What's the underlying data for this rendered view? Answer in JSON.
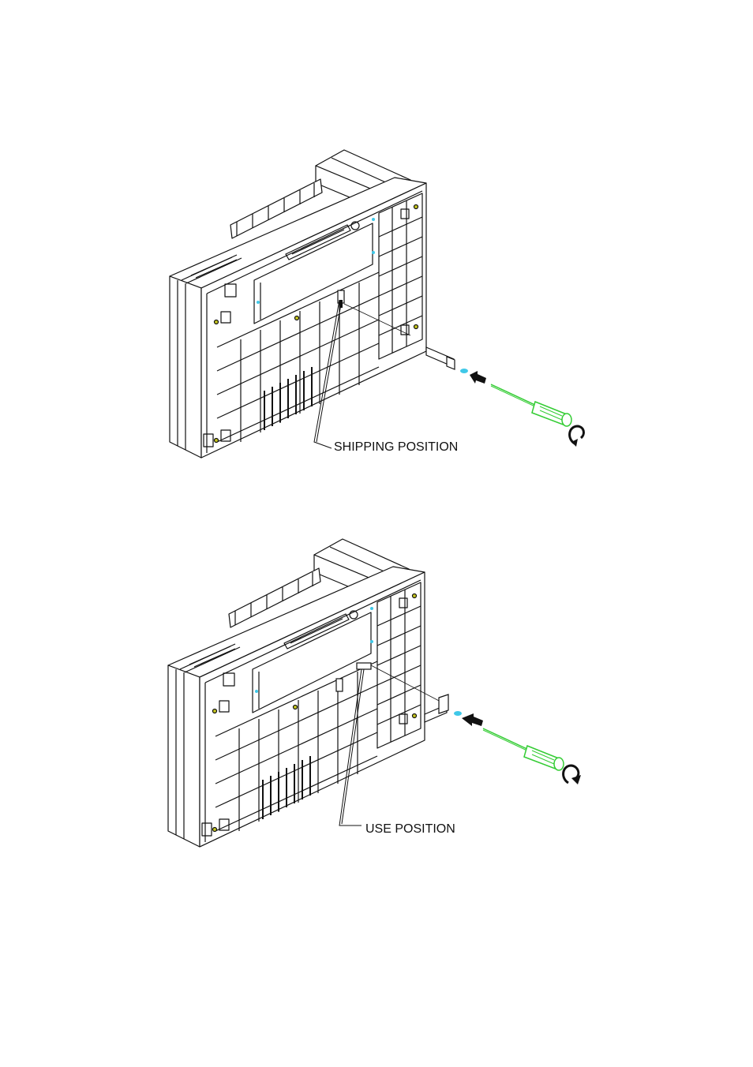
{
  "figures": [
    {
      "id": "shipping",
      "label": "SHIPPING POSITION",
      "arrow": "remove"
    },
    {
      "id": "use",
      "label": "USE POSITION",
      "arrow": "insert"
    }
  ],
  "colors": {
    "line": "#111111",
    "screwdriver": "#33cc33",
    "screw": "#3fc8e8",
    "hole": "#c8c820"
  }
}
